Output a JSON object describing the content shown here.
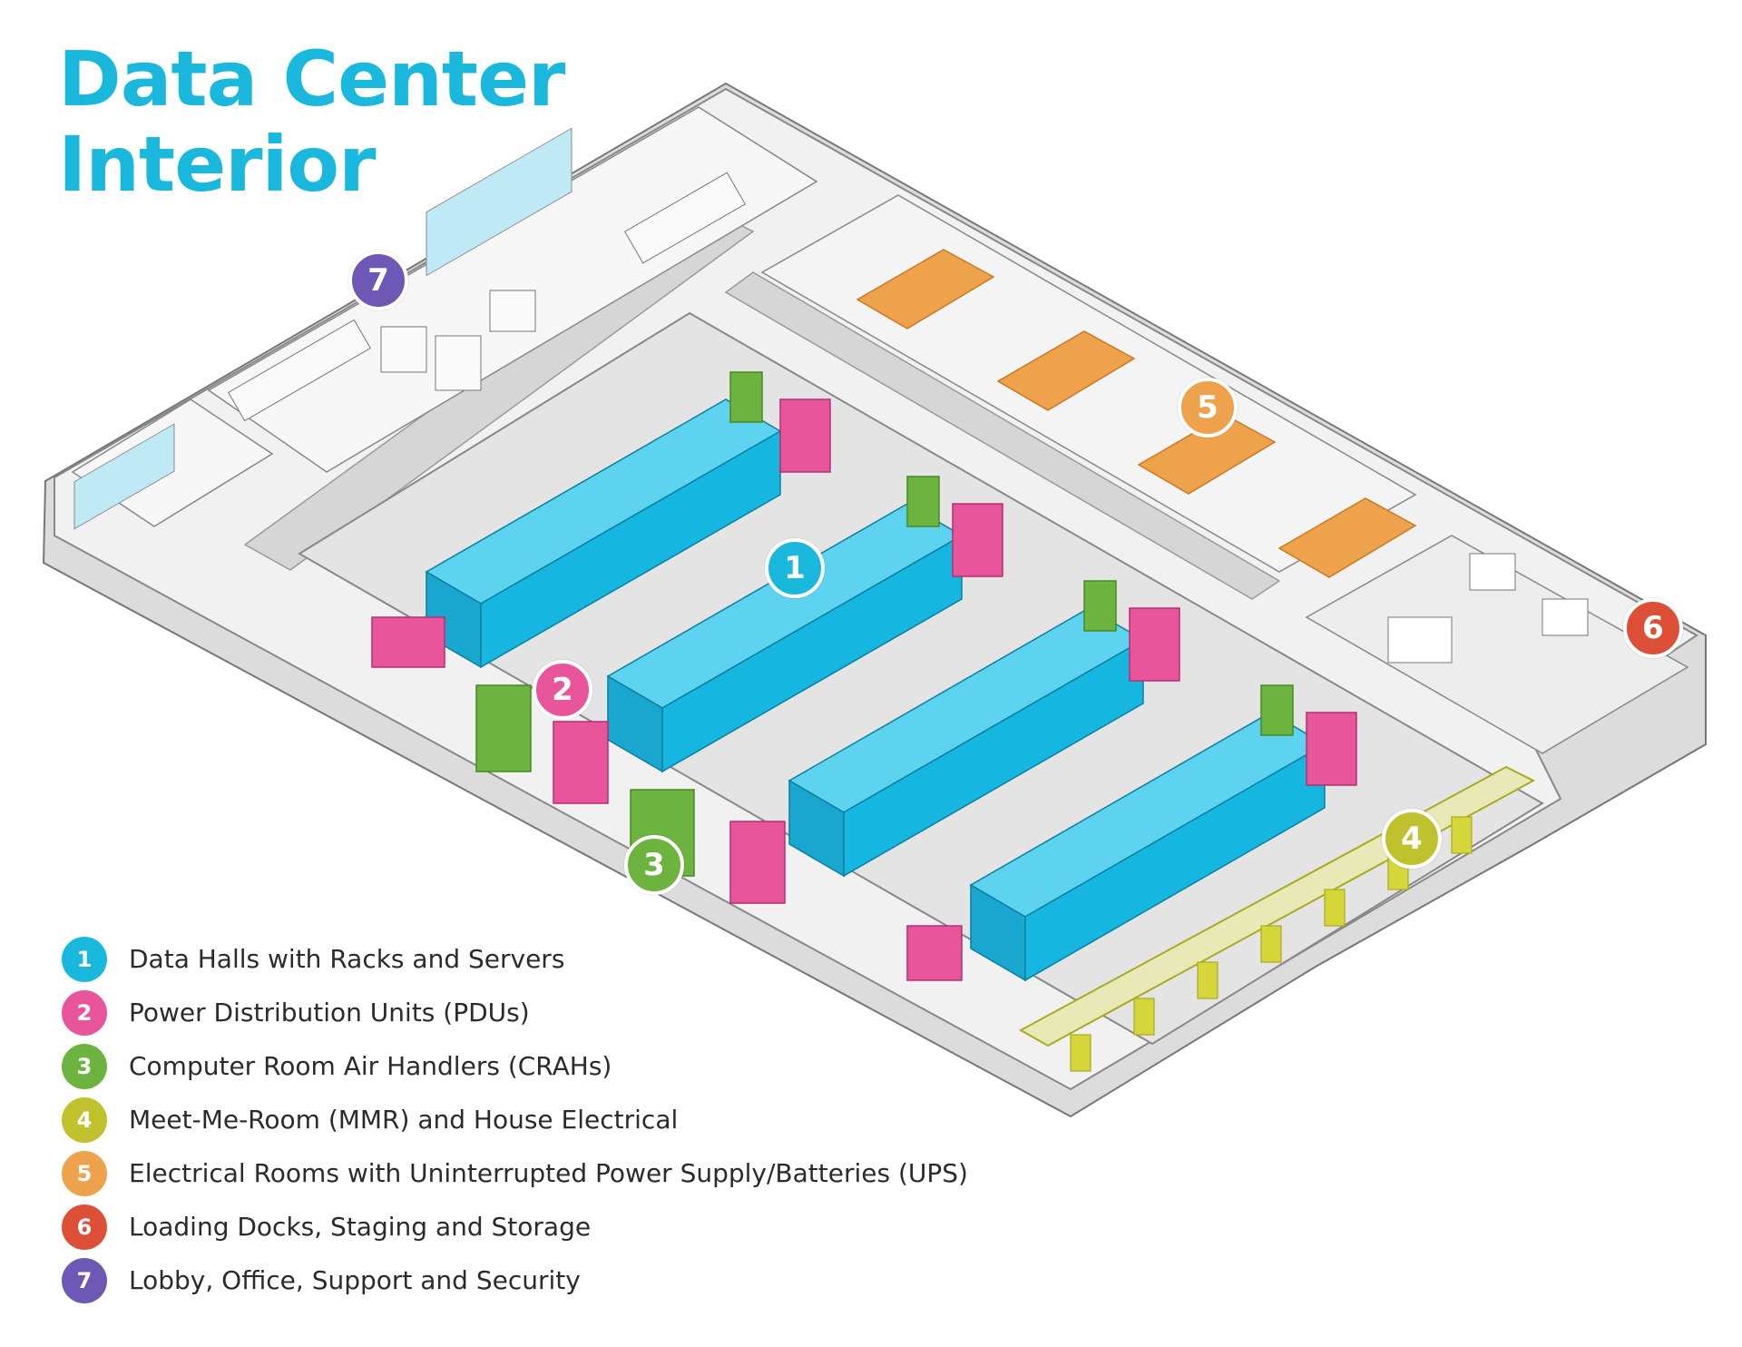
{
  "title": "Data Center Interior",
  "colors": {
    "zone1": "#1ab8dc",
    "zone2": "#e9559b",
    "zone3": "#6cb33f",
    "zone4": "#bfc22c",
    "zone5": "#eea24b",
    "zone6": "#dd4f36",
    "zone7": "#6e58b5"
  },
  "markers": [
    {
      "num": "1",
      "color": "#1ab8dc"
    },
    {
      "num": "2",
      "color": "#e9559b"
    },
    {
      "num": "3",
      "color": "#6cb33f"
    },
    {
      "num": "4",
      "color": "#bfc22c"
    },
    {
      "num": "5",
      "color": "#eea24b"
    },
    {
      "num": "6",
      "color": "#dd4f36"
    },
    {
      "num": "7",
      "color": "#6e58b5"
    }
  ],
  "legend": [
    {
      "num": "1",
      "label": "Data Halls with Racks and Servers",
      "color": "#1ab8dc"
    },
    {
      "num": "2",
      "label": "Power Distribution Units (PDUs)",
      "color": "#e9559b"
    },
    {
      "num": "3",
      "label": "Computer Room Air Handlers (CRAHs)",
      "color": "#6cb33f"
    },
    {
      "num": "4",
      "label": "Meet-Me-Room (MMR) and House Electrical",
      "color": "#bfc22c"
    },
    {
      "num": "5",
      "label": "Electrical Rooms with Uninterrupted Power Supply/Batteries (UPS)",
      "color": "#eea24b"
    },
    {
      "num": "6",
      "label": "Loading Docks, Staging and Storage",
      "color": "#dd4f36"
    },
    {
      "num": "7",
      "label": "Lobby, Office, Support and Security",
      "color": "#6e58b5"
    }
  ]
}
